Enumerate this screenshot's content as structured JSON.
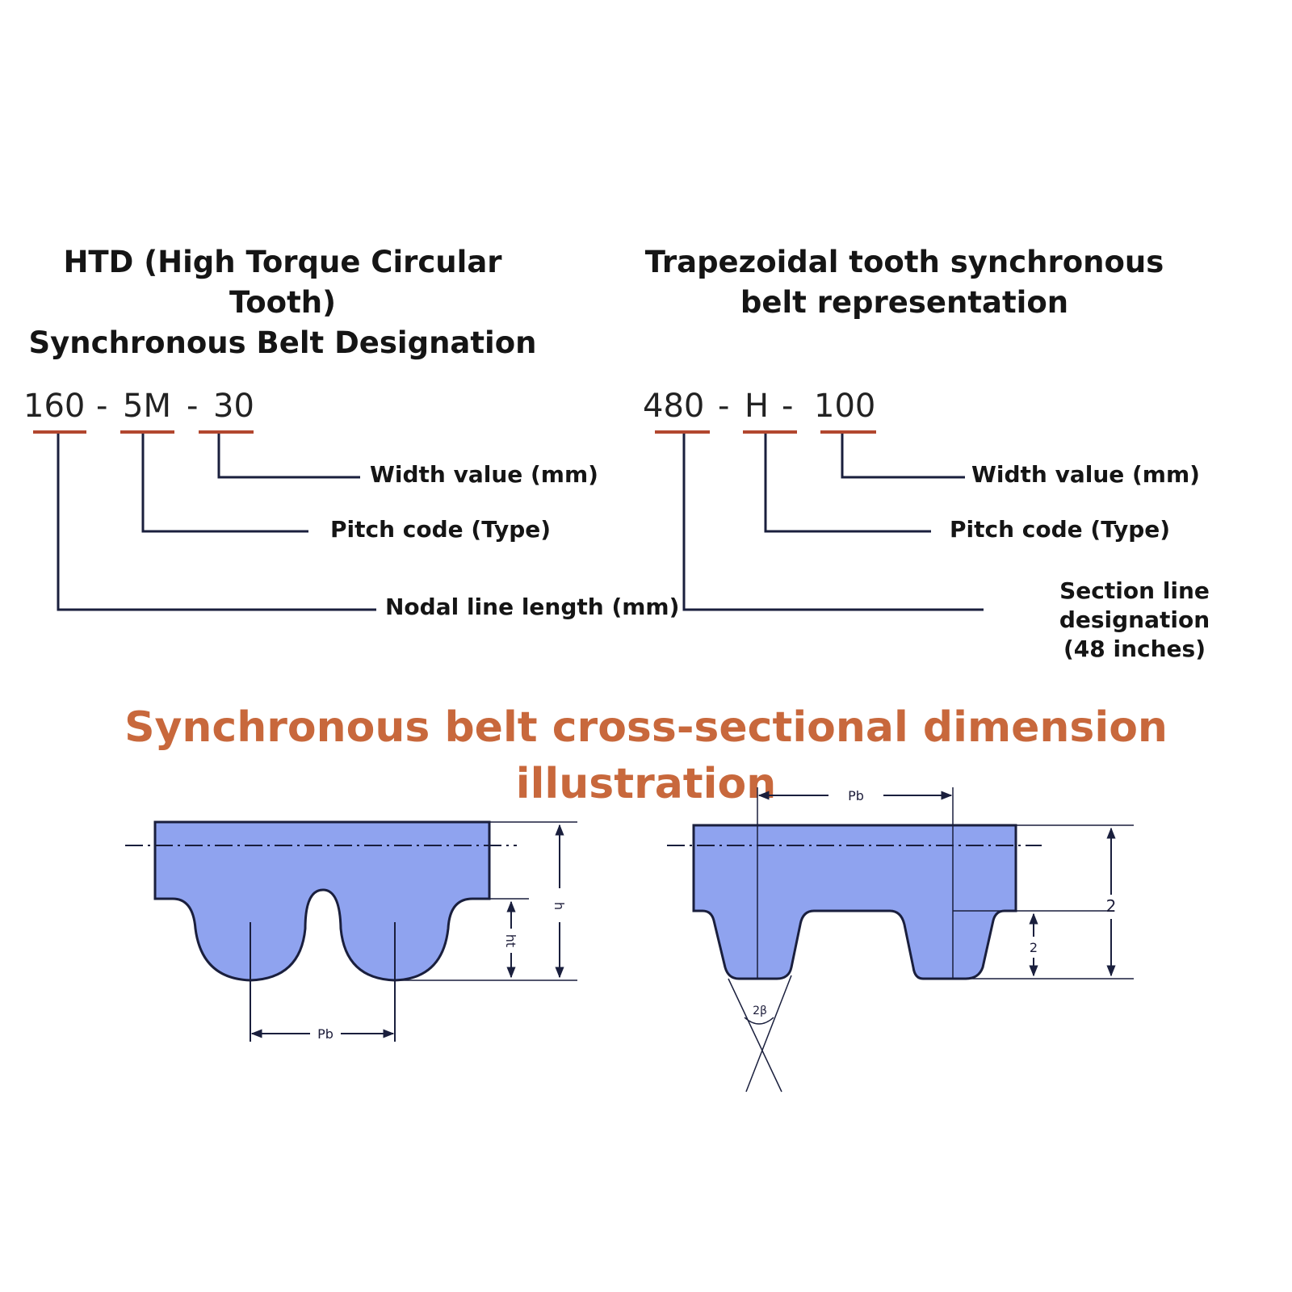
{
  "htd": {
    "title_line1": "HTD (High Torque Circular Tooth)",
    "title_line2": "Synchronous Belt Designation",
    "code": {
      "part1": "160",
      "sep1": "-",
      "part2": "5M",
      "sep2": "-",
      "part3": "30"
    },
    "labels": {
      "width": "Width value (mm)",
      "pitch": "Pitch code (Type)",
      "length": "Nodal line length (mm)"
    }
  },
  "trapezoidal": {
    "title_line1": "Trapezoidal tooth synchronous",
    "title_line2": "belt representation",
    "code": {
      "part1": "480",
      "sep1": "-",
      "part2": "H",
      "sep2": "-",
      "part3": "100"
    },
    "labels": {
      "width": "Width value (mm)",
      "pitch": "Pitch code (Type)",
      "section_line1": "Section line designation",
      "section_line2": "(48 inches)"
    }
  },
  "section_title": "Synchronous belt cross-sectional dimension illustration",
  "htd_profile": {
    "pitch_label": "Pb",
    "total_height_label": "h",
    "tooth_height_label": "ht"
  },
  "trap_profile": {
    "pitch_label": "Pb",
    "total_height_label": "2",
    "tooth_height_label": "2",
    "angle_label": "2β"
  },
  "colors": {
    "belt_fill": "#8fa3ef",
    "belt_stroke": "#1a1f3d",
    "line": "#1a1f3d",
    "code_underline": "#b2472f",
    "section_title": "#c8683c"
  }
}
